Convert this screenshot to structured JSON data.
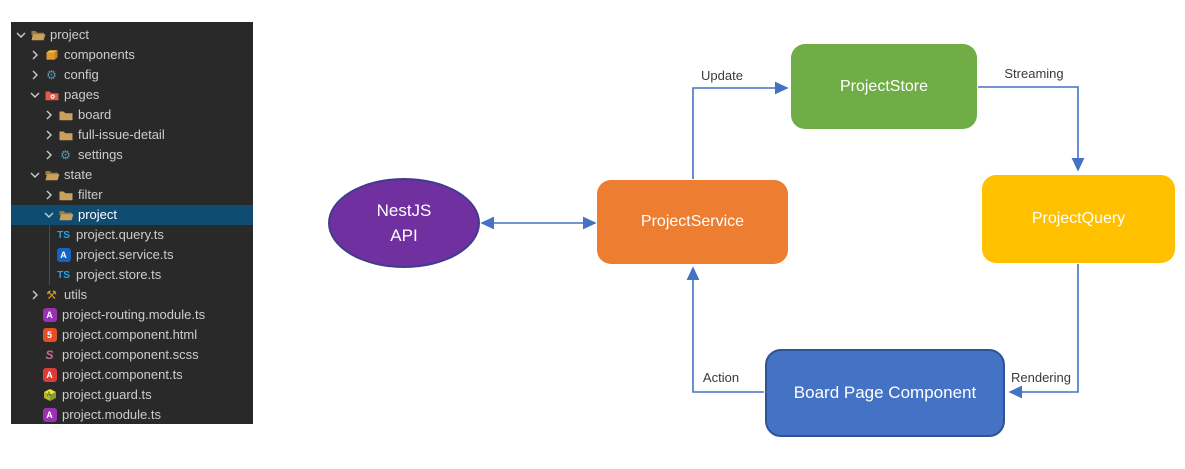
{
  "sidebar": {
    "items": [
      {
        "label": "project",
        "level": 0,
        "kind": "folder",
        "icon": "folder-open",
        "chevron": "down",
        "selected": false
      },
      {
        "label": "components",
        "level": 1,
        "kind": "folder",
        "icon": "package",
        "chevron": "right",
        "selected": false
      },
      {
        "label": "config",
        "level": 1,
        "kind": "folder",
        "icon": "gear",
        "chevron": "right",
        "selected": false
      },
      {
        "label": "pages",
        "level": 1,
        "kind": "folder",
        "icon": "folder-pages",
        "chevron": "down",
        "selected": false
      },
      {
        "label": "board",
        "level": 2,
        "kind": "folder",
        "icon": "folder",
        "chevron": "right",
        "selected": false
      },
      {
        "label": "full-issue-detail",
        "level": 2,
        "kind": "folder",
        "icon": "folder",
        "chevron": "right",
        "selected": false
      },
      {
        "label": "settings",
        "level": 2,
        "kind": "folder",
        "icon": "gear",
        "chevron": "right",
        "selected": false
      },
      {
        "label": "state",
        "level": 1,
        "kind": "folder",
        "icon": "folder-open",
        "chevron": "down",
        "selected": false
      },
      {
        "label": "filter",
        "level": 2,
        "kind": "folder",
        "icon": "folder",
        "chevron": "right",
        "selected": false
      },
      {
        "label": "project",
        "level": 2,
        "kind": "folder",
        "icon": "folder-open",
        "chevron": "down",
        "selected": true
      },
      {
        "label": "project.query.ts",
        "level": 3,
        "kind": "file",
        "icon": "ts",
        "selected": false,
        "guide": true
      },
      {
        "label": "project.service.ts",
        "level": 3,
        "kind": "file",
        "icon": "ng-service",
        "selected": false,
        "guide": true
      },
      {
        "label": "project.store.ts",
        "level": 3,
        "kind": "file",
        "icon": "ts",
        "selected": false,
        "guide": true
      },
      {
        "label": "utils",
        "level": 1,
        "kind": "folder",
        "icon": "tools",
        "chevron": "right",
        "selected": false
      },
      {
        "label": "project-routing.module.ts",
        "level": 2,
        "kind": "file",
        "icon": "ng-module",
        "selected": false
      },
      {
        "label": "project.component.html",
        "level": 2,
        "kind": "file",
        "icon": "html",
        "selected": false
      },
      {
        "label": "project.component.scss",
        "level": 2,
        "kind": "file",
        "icon": "sass",
        "selected": false
      },
      {
        "label": "project.component.ts",
        "level": 2,
        "kind": "file",
        "icon": "ng-component",
        "selected": false
      },
      {
        "label": "project.guard.ts",
        "level": 2,
        "kind": "file",
        "icon": "guard",
        "selected": false
      },
      {
        "label": "project.module.ts",
        "level": 2,
        "kind": "file",
        "icon": "ng-module",
        "selected": false
      }
    ],
    "colors": {
      "background": "#292929",
      "text": "#cccccc",
      "selection": "#0e4c72",
      "folder": "#c9a15d"
    }
  },
  "diagram": {
    "nodes": [
      {
        "id": "nestjs-api",
        "label": "NestJS\nAPI",
        "shape": "ellipse",
        "color": "#7030A0"
      },
      {
        "id": "project-service",
        "label": "ProjectService",
        "shape": "rounded-rect",
        "color": "#ED7D31"
      },
      {
        "id": "project-store",
        "label": "ProjectStore",
        "shape": "rounded-rect",
        "color": "#70AD47"
      },
      {
        "id": "project-query",
        "label": "ProjectQuery",
        "shape": "rounded-rect",
        "color": "#FFC000"
      },
      {
        "id": "board-page-component",
        "label": "Board Page Component",
        "shape": "rounded-rect",
        "color": "#4472C4"
      }
    ],
    "edges": [
      {
        "from": "nestjs-api",
        "to": "project-service",
        "label": "",
        "bidirectional": true
      },
      {
        "from": "project-service",
        "to": "project-store",
        "label": "Update"
      },
      {
        "from": "project-store",
        "to": "project-query",
        "label": "Streaming"
      },
      {
        "from": "project-query",
        "to": "board-page-component",
        "label": "Rendering"
      },
      {
        "from": "board-page-component",
        "to": "project-service",
        "label": "Action"
      }
    ],
    "arrow_color": "#4472C4",
    "label_color": "#3a3a3a"
  }
}
